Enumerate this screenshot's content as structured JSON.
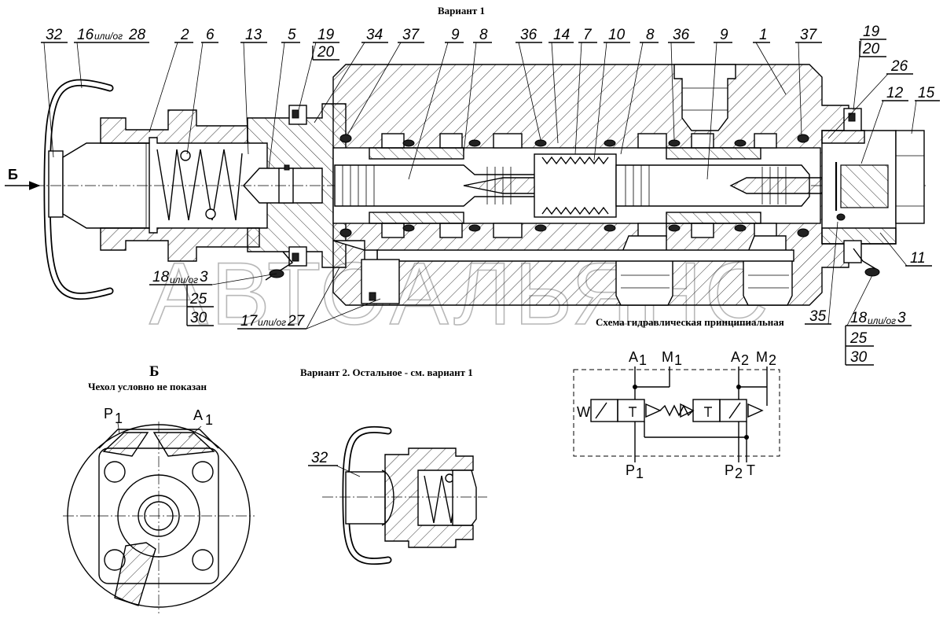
{
  "headings": {
    "variant1": "Вариант 1",
    "view_b_letter": "Б",
    "view_b_caption": "Чехол условно не показан",
    "variant2": "Вариант 2. Остальное - см. вариант 1",
    "schema_title": "Схема гидравлическая принципиальная",
    "section_arrow_label": "Б"
  },
  "watermark": "АВТОАЛЬЯНС",
  "callouts_top": [
    {
      "id": "c32",
      "text": "32"
    },
    {
      "id": "c16",
      "text": "16",
      "suffix": "или/ог",
      "alt": "28"
    },
    {
      "id": "c2",
      "text": "2"
    },
    {
      "id": "c6",
      "text": "6"
    },
    {
      "id": "c13",
      "text": "13"
    },
    {
      "id": "c5",
      "text": "5"
    },
    {
      "id": "c19a",
      "text": "19"
    },
    {
      "id": "c20a",
      "text": "20"
    },
    {
      "id": "c34",
      "text": "34"
    },
    {
      "id": "c37a",
      "text": "37"
    },
    {
      "id": "c9a",
      "text": "9"
    },
    {
      "id": "c8a",
      "text": "8"
    },
    {
      "id": "c36a",
      "text": "36"
    },
    {
      "id": "c14",
      "text": "14"
    },
    {
      "id": "c7",
      "text": "7"
    },
    {
      "id": "c10",
      "text": "10"
    },
    {
      "id": "c8b",
      "text": "8"
    },
    {
      "id": "c36b",
      "text": "36"
    },
    {
      "id": "c9b",
      "text": "9"
    },
    {
      "id": "c1",
      "text": "1"
    },
    {
      "id": "c37b",
      "text": "37"
    },
    {
      "id": "c19b",
      "text": "19"
    },
    {
      "id": "c20b",
      "text": "20"
    },
    {
      "id": "c26",
      "text": "26"
    },
    {
      "id": "c12",
      "text": "12"
    },
    {
      "id": "c15",
      "text": "15"
    },
    {
      "id": "c11",
      "text": "11"
    },
    {
      "id": "c35",
      "text": "35"
    }
  ],
  "callouts_left_stack": {
    "c18": "18",
    "c18_suffix": "или/ог",
    "c18_alt": "3",
    "c25": "25",
    "c30": "30",
    "c17": "17",
    "c17_suffix": "или/ог",
    "c17_alt": "27"
  },
  "callouts_right_stack": {
    "c18": "18",
    "c18_suffix": "или/ог",
    "c18_alt": "3",
    "c25": "25",
    "c30": "30"
  },
  "view_b_ports": {
    "p1": "P",
    "p1_sub": "1",
    "a1": "A",
    "a1_sub": "1"
  },
  "variant2_callout": "32",
  "schema_ports": {
    "A1": "A",
    "A1_sub": "1",
    "M1": "M",
    "M1_sub": "1",
    "A2": "A",
    "A2_sub": "2",
    "M2": "M",
    "M2_sub": "2",
    "W": "W",
    "P1": "P",
    "P1_sub": "1",
    "P2": "P",
    "P2_sub": "2",
    "T": "T"
  }
}
